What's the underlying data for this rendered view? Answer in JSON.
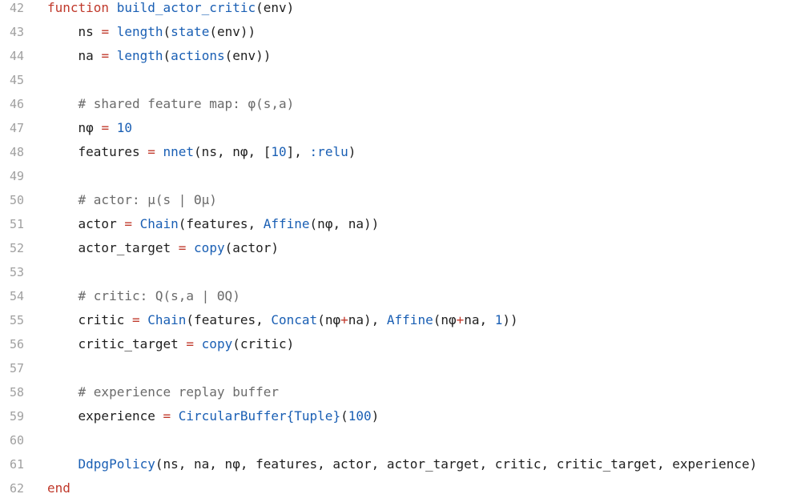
{
  "editor": {
    "lines": [
      {
        "num": "42",
        "tokens": [
          [
            "kw",
            "function "
          ],
          [
            "fn",
            "build_actor_critic"
          ],
          [
            "id",
            "(env)"
          ]
        ]
      },
      {
        "num": "43",
        "tokens": [
          [
            "id",
            "    ns "
          ],
          [
            "op",
            "="
          ],
          [
            "id",
            " "
          ],
          [
            "fn",
            "length"
          ],
          [
            "id",
            "("
          ],
          [
            "fn",
            "state"
          ],
          [
            "id",
            "(env))"
          ]
        ]
      },
      {
        "num": "44",
        "tokens": [
          [
            "id",
            "    na "
          ],
          [
            "op",
            "="
          ],
          [
            "id",
            " "
          ],
          [
            "fn",
            "length"
          ],
          [
            "id",
            "("
          ],
          [
            "fn",
            "actions"
          ],
          [
            "id",
            "(env))"
          ]
        ]
      },
      {
        "num": "45",
        "tokens": []
      },
      {
        "num": "46",
        "tokens": [
          [
            "cm",
            "    # shared feature map: φ(s,a)"
          ]
        ]
      },
      {
        "num": "47",
        "tokens": [
          [
            "id",
            "    nφ "
          ],
          [
            "op",
            "="
          ],
          [
            "id",
            " "
          ],
          [
            "num",
            "10"
          ]
        ]
      },
      {
        "num": "48",
        "tokens": [
          [
            "id",
            "    features "
          ],
          [
            "op",
            "="
          ],
          [
            "id",
            " "
          ],
          [
            "fn",
            "nnet"
          ],
          [
            "id",
            "(ns, nφ, ["
          ],
          [
            "num",
            "10"
          ],
          [
            "id",
            "], "
          ],
          [
            "sym",
            ":relu"
          ],
          [
            "id",
            ")"
          ]
        ]
      },
      {
        "num": "49",
        "tokens": []
      },
      {
        "num": "50",
        "tokens": [
          [
            "cm",
            "    # actor: μ(s | Θμ)"
          ]
        ]
      },
      {
        "num": "51",
        "tokens": [
          [
            "id",
            "    actor "
          ],
          [
            "op",
            "="
          ],
          [
            "id",
            " "
          ],
          [
            "fn",
            "Chain"
          ],
          [
            "id",
            "(features, "
          ],
          [
            "fn",
            "Affine"
          ],
          [
            "id",
            "(nφ, na))"
          ]
        ]
      },
      {
        "num": "52",
        "tokens": [
          [
            "id",
            "    actor_target "
          ],
          [
            "op",
            "="
          ],
          [
            "id",
            " "
          ],
          [
            "fn",
            "copy"
          ],
          [
            "id",
            "(actor)"
          ]
        ]
      },
      {
        "num": "53",
        "tokens": []
      },
      {
        "num": "54",
        "tokens": [
          [
            "cm",
            "    # critic: Q(s,a | ΘQ)"
          ]
        ]
      },
      {
        "num": "55",
        "tokens": [
          [
            "id",
            "    critic "
          ],
          [
            "op",
            "="
          ],
          [
            "id",
            " "
          ],
          [
            "fn",
            "Chain"
          ],
          [
            "id",
            "(features, "
          ],
          [
            "fn",
            "Concat"
          ],
          [
            "id",
            "(nφ"
          ],
          [
            "op",
            "+"
          ],
          [
            "id",
            "na), "
          ],
          [
            "fn",
            "Affine"
          ],
          [
            "id",
            "(nφ"
          ],
          [
            "op",
            "+"
          ],
          [
            "id",
            "na, "
          ],
          [
            "num",
            "1"
          ],
          [
            "id",
            "))"
          ]
        ]
      },
      {
        "num": "56",
        "tokens": [
          [
            "id",
            "    critic_target "
          ],
          [
            "op",
            "="
          ],
          [
            "id",
            " "
          ],
          [
            "fn",
            "copy"
          ],
          [
            "id",
            "(critic)"
          ]
        ]
      },
      {
        "num": "57",
        "tokens": []
      },
      {
        "num": "58",
        "tokens": [
          [
            "cm",
            "    # experience replay buffer"
          ]
        ]
      },
      {
        "num": "59",
        "tokens": [
          [
            "id",
            "    experience "
          ],
          [
            "op",
            "="
          ],
          [
            "id",
            " "
          ],
          [
            "fn",
            "CircularBuffer{Tuple}"
          ],
          [
            "id",
            "("
          ],
          [
            "num",
            "100"
          ],
          [
            "id",
            ")"
          ]
        ]
      },
      {
        "num": "60",
        "tokens": []
      },
      {
        "num": "61",
        "tokens": [
          [
            "id",
            "    "
          ],
          [
            "fn",
            "DdpgPolicy"
          ],
          [
            "id",
            "(ns, na, nφ, features, actor, actor_target, critic, critic_target, experience)"
          ]
        ]
      },
      {
        "num": "62",
        "tokens": [
          [
            "kw",
            "end"
          ]
        ]
      }
    ]
  }
}
